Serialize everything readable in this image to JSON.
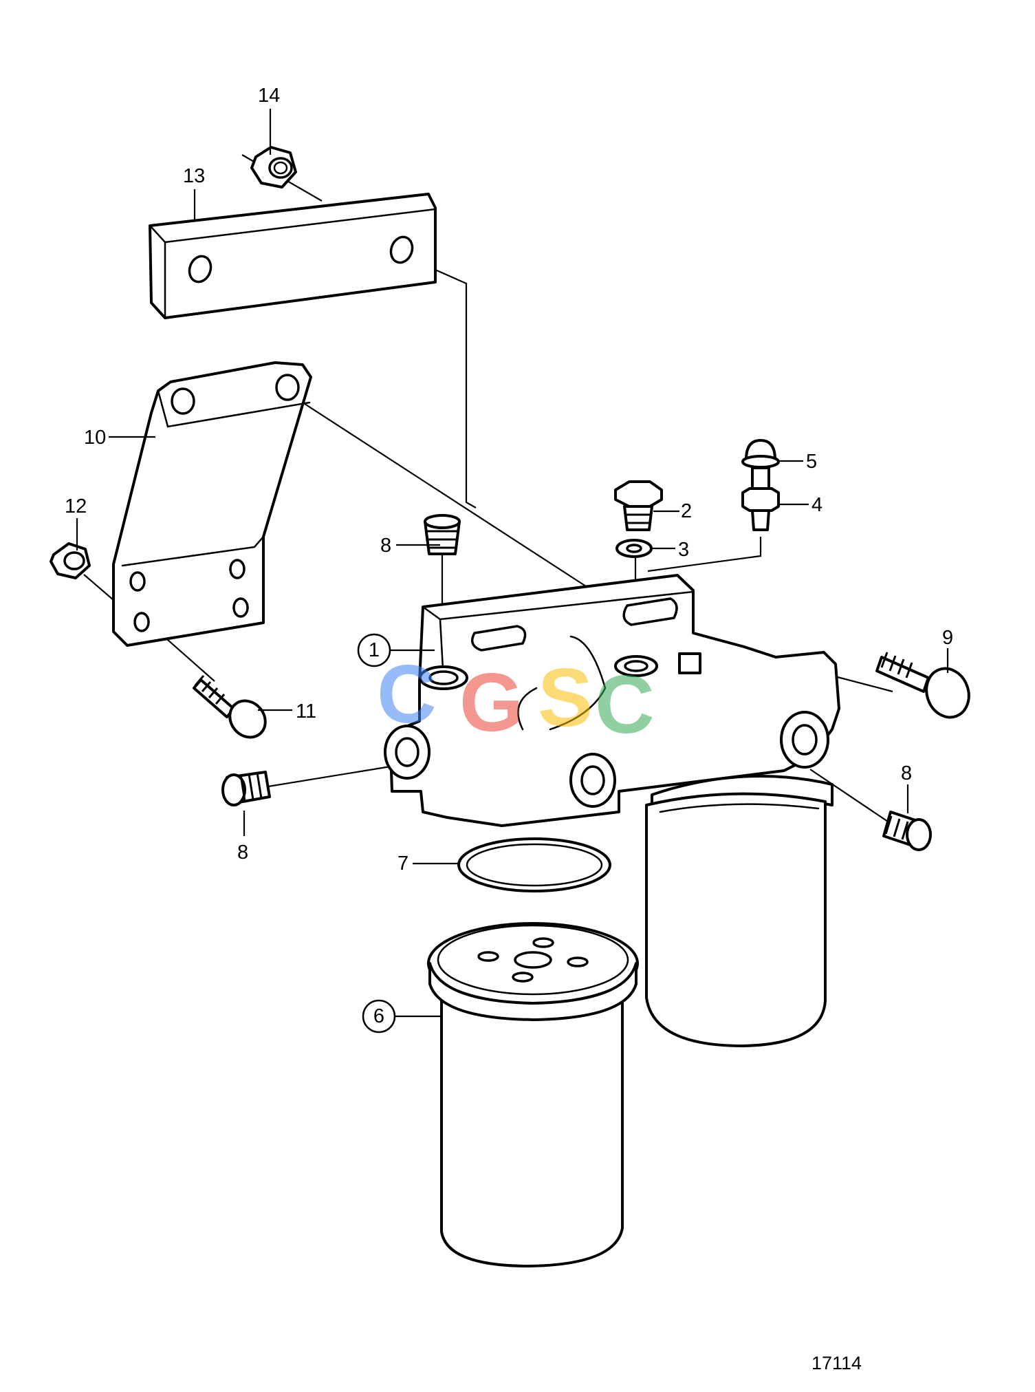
{
  "callouts": {
    "c1": "1",
    "c2": "2",
    "c3": "3",
    "c4": "4",
    "c5": "5",
    "c6": "6",
    "c7": "7",
    "c8a": "8",
    "c8b": "8",
    "c8c": "8",
    "c9": "9",
    "c10": "10",
    "c11": "11",
    "c12": "12",
    "c13": "13",
    "c14": "14"
  },
  "watermark": {
    "letters": [
      "C",
      "G",
      "S",
      "C"
    ],
    "colors": [
      "#4285f4",
      "#ea4335",
      "#fbbc05",
      "#34a853"
    ]
  },
  "reference_number": "17114"
}
